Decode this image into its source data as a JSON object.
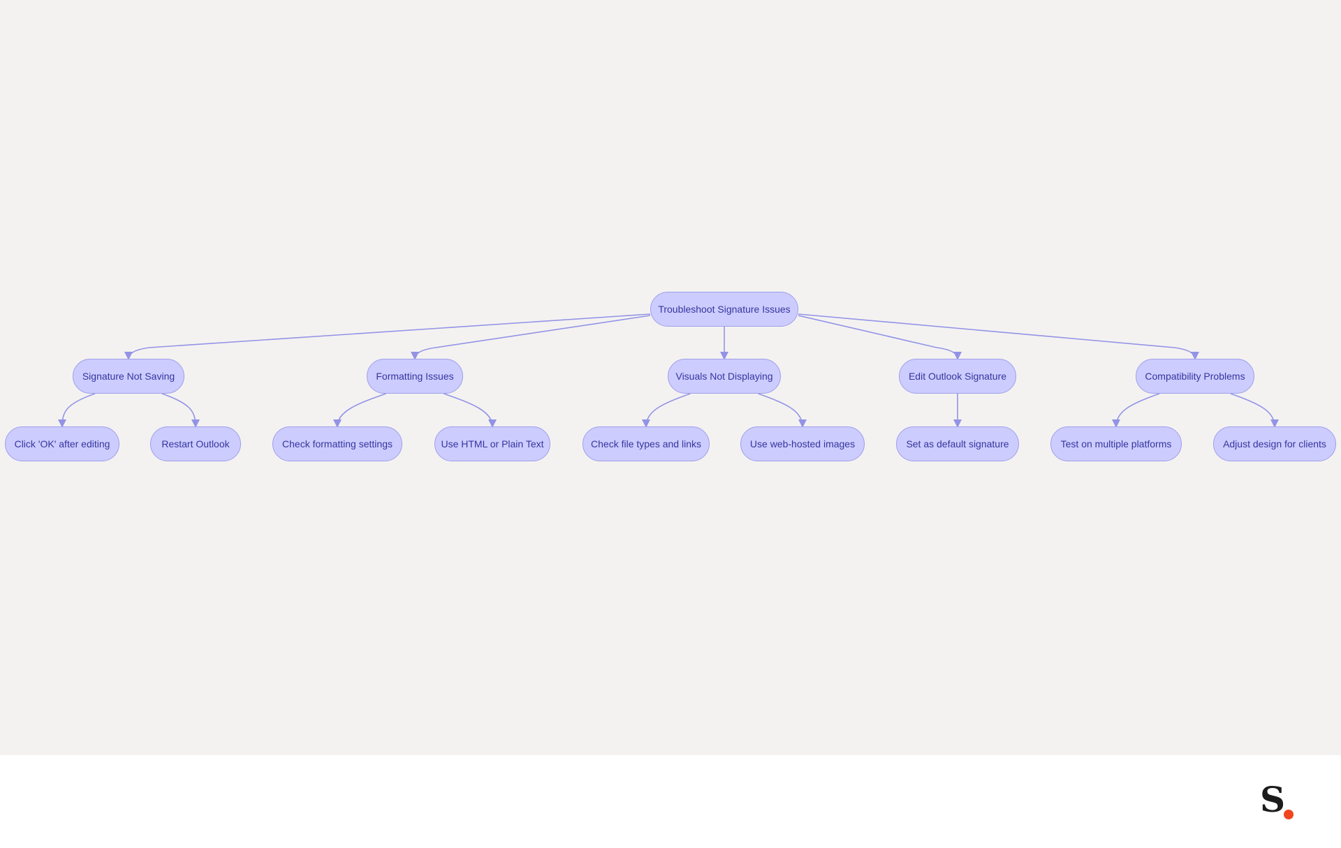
{
  "colors": {
    "canvas_bg": "#f3f2f1",
    "footer_bg": "#ffffff",
    "node_fill": "#ccccff",
    "node_border": "#9f9fe8",
    "node_text": "#35359e",
    "edge": "#9393e6",
    "logo_letter": "#1c1c1c",
    "logo_dot": "#f0451f"
  },
  "diagram": {
    "nodes": [
      {
        "id": "root",
        "label": "Troubleshoot Signature Issues"
      },
      {
        "id": "sig",
        "label": "Signature Not Saving"
      },
      {
        "id": "fmt",
        "label": "Formatting Issues"
      },
      {
        "id": "vis",
        "label": "Visuals Not Displaying"
      },
      {
        "id": "edit",
        "label": "Edit Outlook Signature"
      },
      {
        "id": "compat",
        "label": "Compatibility Problems"
      },
      {
        "id": "ok",
        "label": "Click 'OK' after editing"
      },
      {
        "id": "restart",
        "label": "Restart Outlook"
      },
      {
        "id": "checkfmt",
        "label": "Check formatting settings"
      },
      {
        "id": "html",
        "label": "Use HTML or Plain Text"
      },
      {
        "id": "filetypes",
        "label": "Check file types and links"
      },
      {
        "id": "webimg",
        "label": "Use web-hosted images"
      },
      {
        "id": "default",
        "label": "Set as default signature"
      },
      {
        "id": "test",
        "label": "Test on multiple platforms"
      },
      {
        "id": "adjust",
        "label": "Adjust design for clients"
      }
    ],
    "edges": [
      {
        "from": "root",
        "to": "sig"
      },
      {
        "from": "root",
        "to": "fmt"
      },
      {
        "from": "root",
        "to": "vis"
      },
      {
        "from": "root",
        "to": "edit"
      },
      {
        "from": "root",
        "to": "compat"
      },
      {
        "from": "sig",
        "to": "ok"
      },
      {
        "from": "sig",
        "to": "restart"
      },
      {
        "from": "fmt",
        "to": "checkfmt"
      },
      {
        "from": "fmt",
        "to": "html"
      },
      {
        "from": "vis",
        "to": "filetypes"
      },
      {
        "from": "vis",
        "to": "webimg"
      },
      {
        "from": "edit",
        "to": "default"
      },
      {
        "from": "compat",
        "to": "test"
      },
      {
        "from": "compat",
        "to": "adjust"
      }
    ]
  },
  "logo": {
    "letter": "S",
    "name": "brand-logo"
  }
}
